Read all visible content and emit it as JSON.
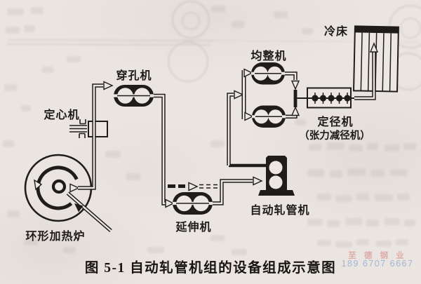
{
  "page": {
    "paper_color": "#eae5e1",
    "ink_color": "#1f1d1b"
  },
  "figure": {
    "caption": "图 5-1  自动轧管机组的设备组成示意图",
    "labels": {
      "cooling_bed": "冷床",
      "reeler": "均整机",
      "piercer": "穿孔机",
      "centering_machine": "定心机",
      "sizer": "定径机",
      "sizer_alt": "（张力减径机）",
      "auto_pipe_mill": "自动轧管机",
      "elongator": "延伸机",
      "ring_furnace": "环形加热炉"
    }
  },
  "watermark": {
    "company": "至 德 钢 业",
    "phone": "189 6707 6667",
    "company_color": "#d99a97",
    "phone_color": "#8ba5d2"
  }
}
